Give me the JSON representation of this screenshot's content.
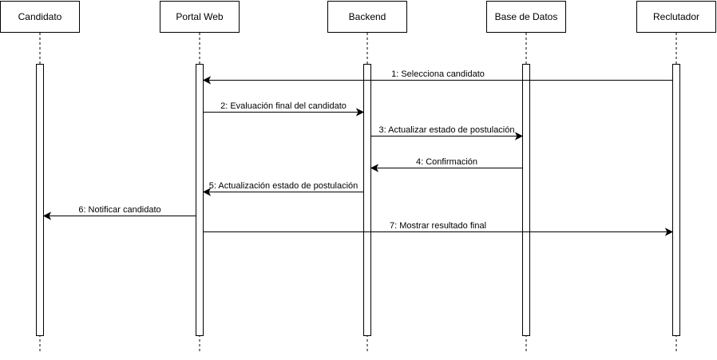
{
  "participants": [
    {
      "id": "candidato",
      "label": "Candidato"
    },
    {
      "id": "portal",
      "label": "Portal Web"
    },
    {
      "id": "backend",
      "label": "Backend"
    },
    {
      "id": "bd",
      "label": "Base de Datos"
    },
    {
      "id": "reclutador",
      "label": "Reclutador"
    }
  ],
  "messages": [
    {
      "label": "1: Selecciona candidato",
      "from": "reclutador",
      "to": "portal"
    },
    {
      "label": "2: Evaluación final del candidato",
      "from": "portal",
      "to": "backend"
    },
    {
      "label": "3: Actualizar estado de postulación",
      "from": "backend",
      "to": "bd"
    },
    {
      "label": "4: Confirmación",
      "from": "bd",
      "to": "backend"
    },
    {
      "label": "5: Actualización estado de postulación",
      "from": "backend",
      "to": "portal"
    },
    {
      "label": "6: Notificar candidato",
      "from": "portal",
      "to": "candidato"
    },
    {
      "label": "7: Mostrar resultado final",
      "from": "portal",
      "to": "reclutador"
    }
  ]
}
